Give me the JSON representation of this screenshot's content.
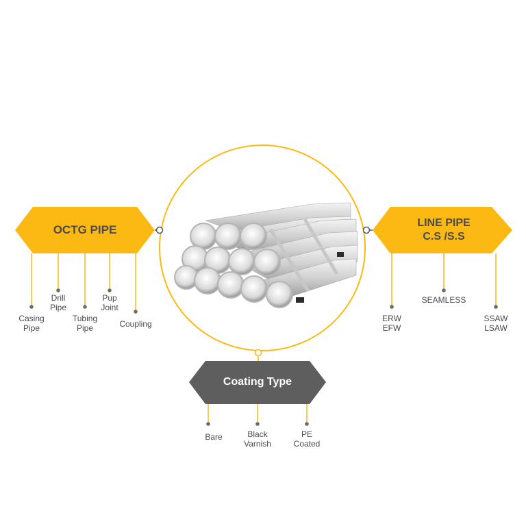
{
  "colors": {
    "accent": "#FDB913",
    "accent_text": "#4A4A4A",
    "dark": "#5E5E5E",
    "dark_text": "#FFFFFF",
    "line": "#FDB913",
    "dot": "#6B6B6B"
  },
  "octg": {
    "title": "OCTG PIPE",
    "items": [
      {
        "line1": "Casing",
        "line2": "Pipe"
      },
      {
        "line1": "Drill",
        "line2": "Pipe"
      },
      {
        "line1": "Tubing",
        "line2": "Pipe"
      },
      {
        "line1": "Pup",
        "line2": "Joint"
      },
      {
        "line1": "Coupling",
        "line2": ""
      }
    ]
  },
  "line_pipe": {
    "title_line1": "LINE PIPE",
    "title_line2": "C.S /S.S",
    "items": [
      {
        "line1": "ERW",
        "line2": "EFW"
      },
      {
        "line1": "SEAMLESS",
        "line2": ""
      },
      {
        "line1": "SSAW",
        "line2": "LSAW"
      }
    ]
  },
  "coating": {
    "title": "Coating Type",
    "items": [
      {
        "line1": "Bare",
        "line2": ""
      },
      {
        "line1": "Black",
        "line2": "Varnish"
      },
      {
        "line1": "PE",
        "line2": "Coated"
      }
    ]
  },
  "center_image": {
    "icon": "steel-pipe-bundle-icon"
  }
}
